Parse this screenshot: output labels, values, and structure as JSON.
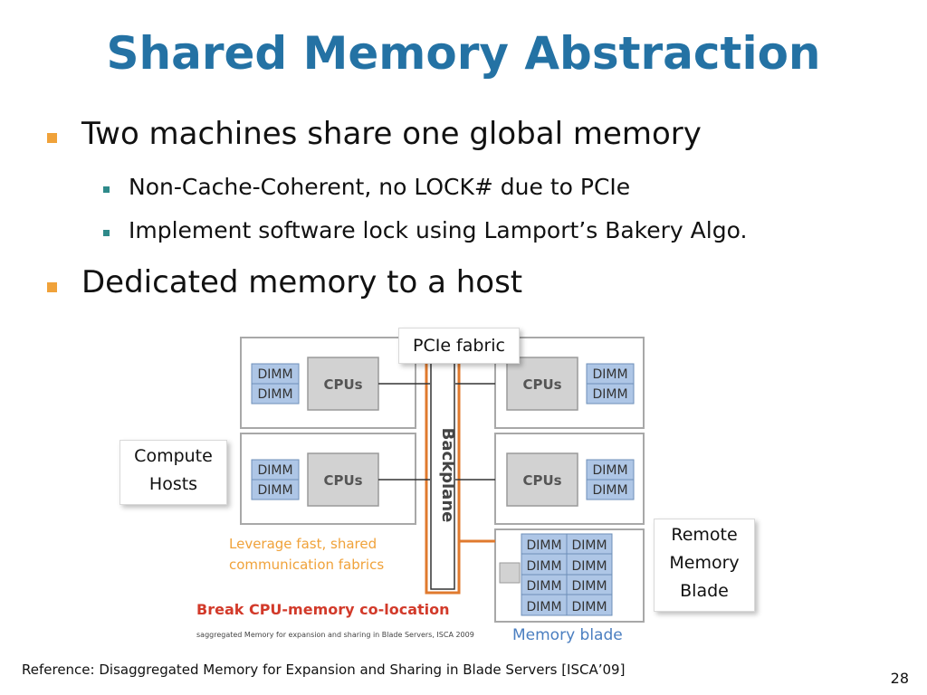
{
  "slide": {
    "title": "Shared Memory Abstraction",
    "bullets": [
      {
        "text": "Two machines share one global memory",
        "level": 1
      },
      {
        "text": "Non-Cache-Coherent, no LOCK# due to PCIe",
        "level": 2
      },
      {
        "text": "Implement software lock using Lamport’s Bakery Algo.",
        "level": 2
      },
      {
        "text": "Dedicated memory to a host",
        "level": 1
      }
    ],
    "reference": "Reference: Disaggregated Memory for Expansion and Sharing in Blade Servers [ISCA’09]",
    "page_number": "28"
  },
  "diagram": {
    "dimm_label": "DIMM",
    "cpus_label": "CPUs",
    "backplane_label": "Backplane",
    "leverage_line1": "Leverage fast, shared",
    "leverage_line2": "communication fabrics",
    "break_label": "Break CPU-memory co-location",
    "citation": "saggregated Memory for expansion and sharing in Blade Servers, ISCA 2009",
    "memory_blade_label": "Memory blade",
    "callouts": {
      "pcie_fabric": "PCIe fabric",
      "compute_hosts_line1": "Compute",
      "compute_hosts_line2": "Hosts",
      "remote_line1": "Remote",
      "remote_line2": "Memory",
      "remote_line3": "Blade"
    }
  },
  "colors": {
    "title": "#2472a4",
    "level1_bullet": "#f0a23a",
    "level2_bullet": "#2e8a8a",
    "dimm_fill": "#aec6e6",
    "orange_line": "#e07a2e",
    "red_text": "#d23a2a",
    "memory_blade_text": "#4a7ec0"
  }
}
